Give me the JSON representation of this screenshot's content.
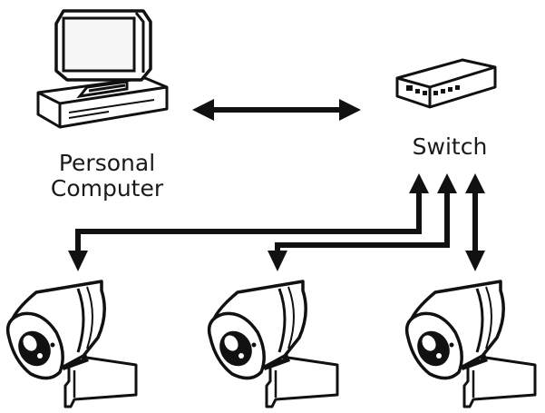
{
  "diagram": {
    "nodes": {
      "personal_computer": {
        "label_line1": "Personal",
        "label_line2": "Computer",
        "icon": "desktop-computer-icon"
      },
      "switch": {
        "label": "Switch",
        "icon": "network-switch-icon"
      },
      "cameras": [
        {
          "icon": "security-camera-icon"
        },
        {
          "icon": "security-camera-icon"
        },
        {
          "icon": "security-camera-icon"
        }
      ]
    },
    "connections": [
      {
        "from": "personal_computer",
        "to": "switch",
        "direction": "bidirectional"
      },
      {
        "from": "switch",
        "to": "camera-1",
        "direction": "both"
      },
      {
        "from": "switch",
        "to": "camera-2",
        "direction": "both"
      },
      {
        "from": "switch",
        "to": "camera-3",
        "direction": "bidirectional"
      }
    ],
    "colors": {
      "line": "#111111",
      "fill": "#ffffff",
      "screen": "#f7f7f7"
    }
  }
}
